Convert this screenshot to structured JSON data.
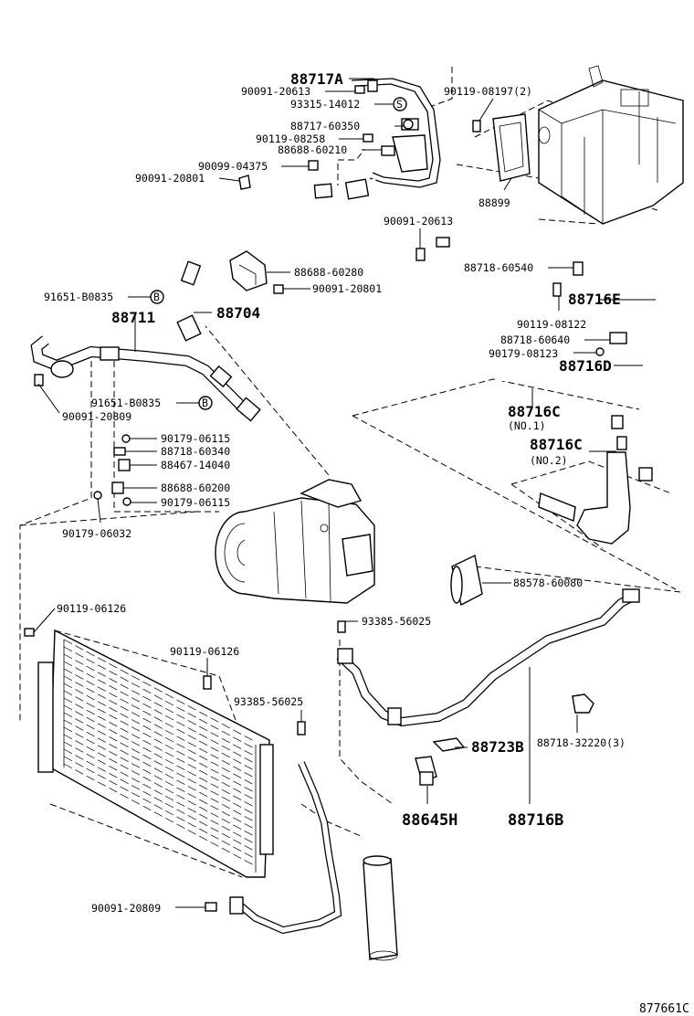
{
  "labels": {
    "p88717A": "88717A",
    "p90091_20613a": "90091-20613",
    "p93315_14012": "93315-14012",
    "p88717_60350": "88717-60350",
    "p90119_08258": "90119-08258",
    "p88688_60210": "88688-60210",
    "p90099_04375": "90099-04375",
    "p90091_20801a": "90091-20801",
    "p90119_08197": "90119-08197(2)",
    "p88899": "88899",
    "p90091_20613b": "90091-20613",
    "p88718_60540": "88718-60540",
    "p88716E": "88716E",
    "p90119_08122": "90119-08122",
    "p88718_60640": "88718-60640",
    "p90179_08123": "90179-08123",
    "p88716D": "88716D",
    "p88716C1": "88716C",
    "p88716C1_sub": "(NO.1)",
    "p88716C2": "88716C",
    "p88716C2_sub": "(NO.2)",
    "p88688_60280": "88688-60280",
    "p90091_20801b": "90091-20801",
    "p91651_B0835a": "91651-B0835",
    "p88711": "88711",
    "p88704": "88704",
    "p90091_20809a": "90091-20809",
    "p91651_B0835b": "91651-B0835",
    "p90179_06115a": "90179-06115",
    "p88718_60340": "88718-60340",
    "p88467_14040": "88467-14040",
    "p88688_60200": "88688-60200",
    "p90179_06115b": "90179-06115",
    "p90179_06032": "90179-06032",
    "p88578_60080": "88578-60080",
    "p90119_06126a": "90119-06126",
    "p93385_56025a": "93385-56025",
    "p90119_06126b": "90119-06126",
    "p93385_56025b": "93385-56025",
    "p88723B": "88723B",
    "p88718_32220": "88718-32220(3)",
    "p88645H": "88645H",
    "p88716B": "88716B",
    "p90091_20809b": "90091-20809",
    "figure_code": "877661C"
  },
  "circle_marks": {
    "s_mark": "S",
    "b_mark": "B"
  }
}
